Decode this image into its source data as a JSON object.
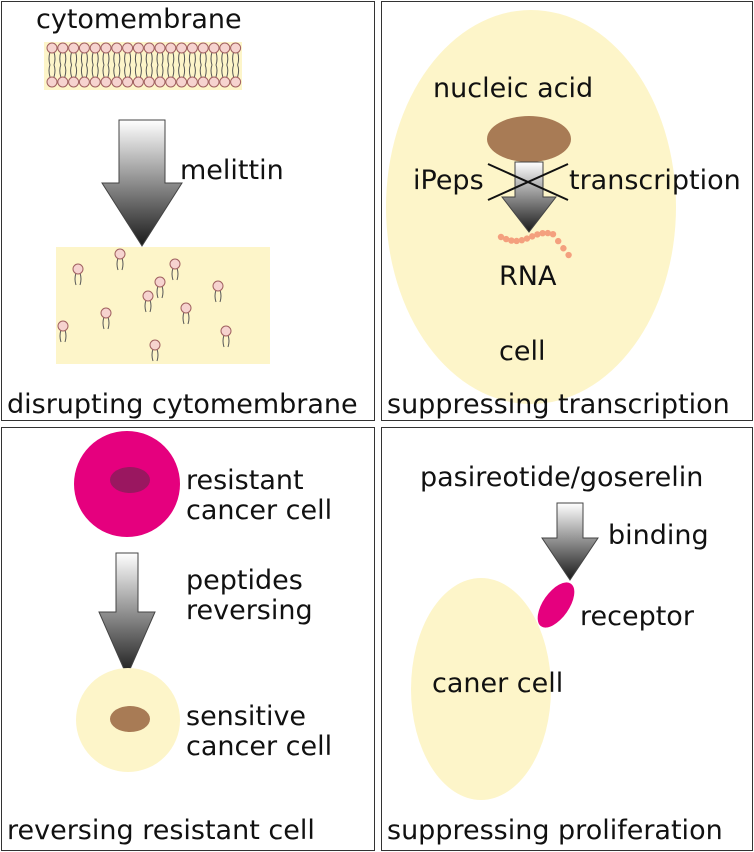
{
  "panels": {
    "membrane": {
      "top_label": "cytomembrane",
      "agent": "melittin",
      "caption": "disrupting cytomembrane"
    },
    "transcription": {
      "nucleus_label": "nucleic acid",
      "peptide": "iPeps",
      "process": "transcription",
      "product": "RNA",
      "cell_label": "cell",
      "caption": "suppressing transcription"
    },
    "resistance": {
      "resistant_label": "resistant\ncancer cell",
      "agent": "peptides\nreversing",
      "sensitive_label": "sensitive\ncancer cell",
      "caption": "reversing resistant cell"
    },
    "proliferation": {
      "drug": "pasireotide/goserelin",
      "action": "binding",
      "receptor_label": "receptor",
      "cell_label": "caner cell",
      "caption": "suppressing proliferation"
    }
  },
  "colors": {
    "cell_fill": "#fdf5c9",
    "nucleus_brown": "#a87b55",
    "magenta": "#e5007e",
    "dark_nucleus": "#9a1760",
    "lipid_head": "#f6d3cf",
    "rna": "#f4a07e"
  }
}
